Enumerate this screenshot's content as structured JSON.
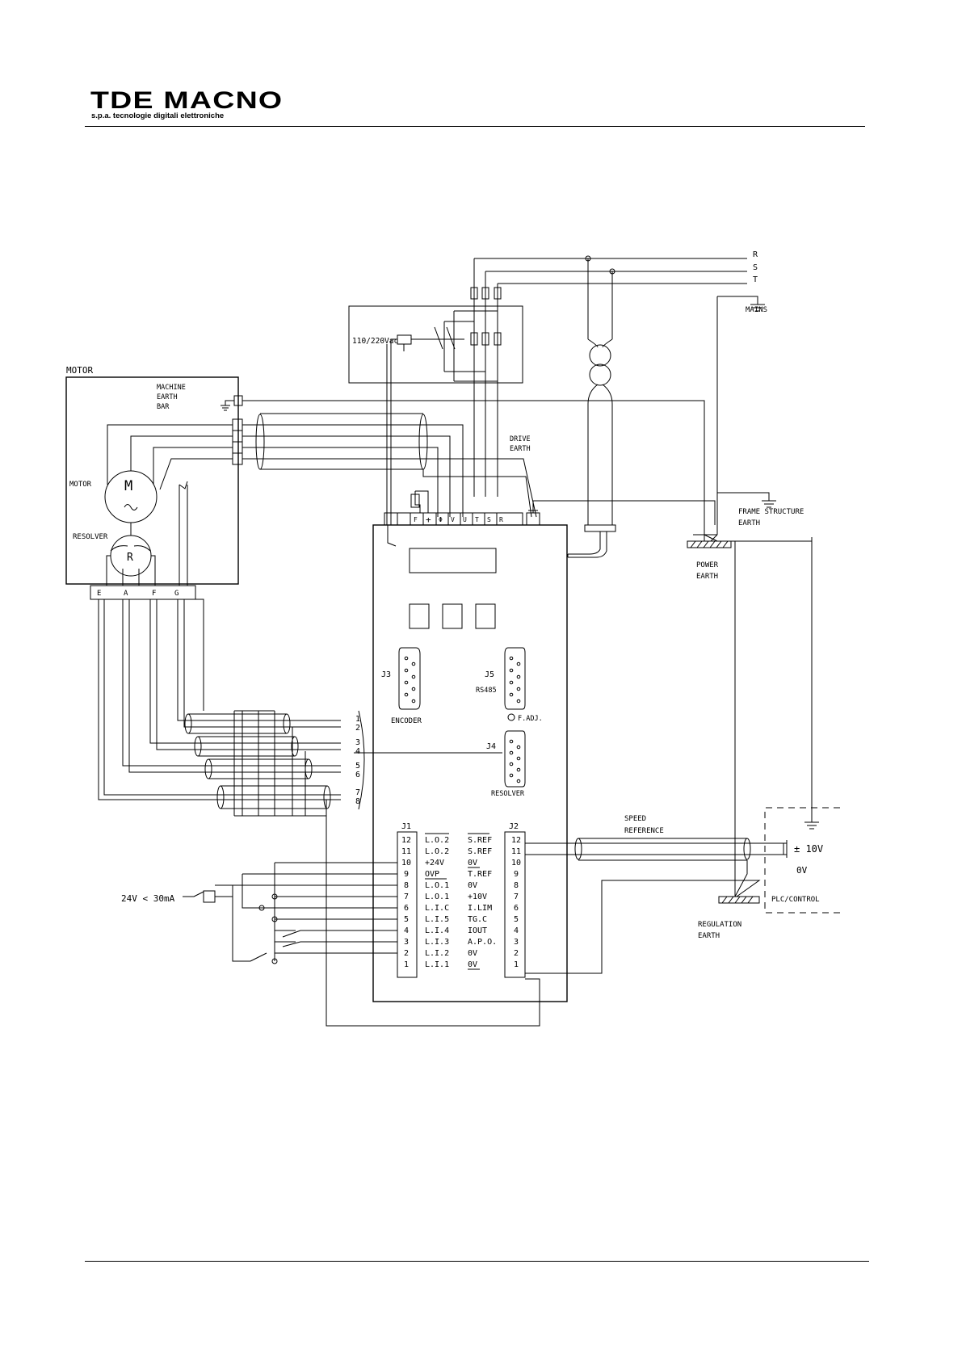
{
  "header": {
    "logo": "TDE MACNO",
    "logo_subtitle": "s.p.a. tecnologie digitali elettroniche"
  },
  "mains": {
    "phases": [
      "R",
      "S",
      "T"
    ],
    "label": "MAINS"
  },
  "contactor_supply": "110/220Vac",
  "motor_box": {
    "title": "MOTOR",
    "earth_bar": [
      "MACHINE",
      "EARTH",
      "BAR"
    ],
    "motor_label": "MOTOR",
    "motor_symbol": "M",
    "resolver_label": "RESOLVER",
    "resolver_symbol": "R",
    "terminals": [
      "E",
      "A",
      "F",
      "G"
    ]
  },
  "drive_earth": [
    "DRIVE",
    "EARTH"
  ],
  "frame_earth": [
    "FRAME STRUCTURE",
    "EARTH"
  ],
  "power_earth": [
    "POWER",
    "EARTH"
  ],
  "regulation_earth": [
    "REGULATION",
    "EARTH"
  ],
  "drive": {
    "power_terminals": [
      "F",
      "+",
      "Φ",
      "V",
      "U",
      "T",
      "S",
      "R"
    ],
    "j3": "J3",
    "encoder": "ENCODER",
    "j5": "J5",
    "rs485": "RS485",
    "fadj": "F.ADJ.",
    "j4": "J4",
    "resolver": "RESOLVER"
  },
  "resolver_cable_pins": [
    "1",
    "2",
    "3",
    "4",
    "5",
    "6",
    "7",
    "8"
  ],
  "j1": {
    "label": "J1",
    "pins": [
      "12",
      "11",
      "10",
      "9",
      "8",
      "7",
      "6",
      "5",
      "4",
      "3",
      "2",
      "1"
    ],
    "signals": [
      "L.O.2",
      "L.O.2",
      "+24V",
      "OVP",
      "L.O.1",
      "L.O.1",
      "L.I.C",
      "L.I.5",
      "L.I.4",
      "L.I.3",
      "L.I.2",
      "L.I.1"
    ]
  },
  "j2": {
    "label": "J2",
    "pins": [
      "12",
      "11",
      "10",
      "9",
      "8",
      "7",
      "6",
      "5",
      "4",
      "3",
      "2",
      "1"
    ],
    "signals": [
      "S.REF",
      "S.REF",
      "0V",
      "T.REF",
      "0V",
      "+10V",
      "I.LIM",
      "TG.C",
      "IOUT",
      "A.P.O.",
      "0V",
      "0V"
    ]
  },
  "relay_spec": "24V < 30mA",
  "speed_ref": [
    "SPEED",
    "REFERENCE"
  ],
  "plc": {
    "pm10": "± 10V",
    "ov": "0V",
    "label": "PLC/CONTROL"
  }
}
